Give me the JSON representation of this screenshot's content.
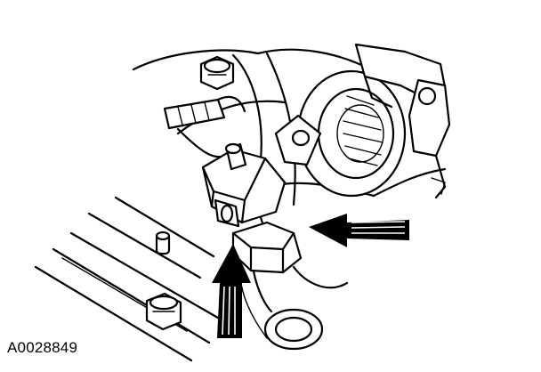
{
  "figure": {
    "reference_code": "A0028849",
    "colors": {
      "line": "#000000",
      "background": "#ffffff"
    },
    "arrows": [
      {
        "name": "horizontal-arrow",
        "direction": "left"
      },
      {
        "name": "vertical-arrow",
        "direction": "up"
      }
    ]
  }
}
